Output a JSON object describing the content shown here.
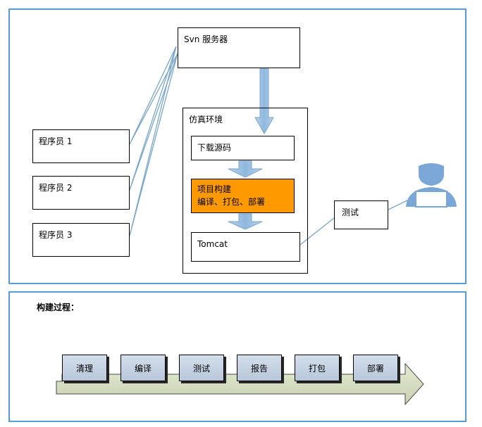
{
  "top": {
    "svn_server": "Svn 服务器",
    "programmers": [
      "程序员 1",
      "程序员 2",
      "程序员 3"
    ],
    "sim_env": {
      "title": "仿真环境",
      "download": "下载源码",
      "build_line1": "项目构建",
      "build_line2": "编译、打包、部署",
      "tomcat": "Tomcat"
    },
    "tester": "测试",
    "colors": {
      "frame": "#5b9bd5",
      "build": "#ff9900",
      "arrow": "#9dc3e6",
      "connector": "#7aa6c8"
    }
  },
  "bottom": {
    "title": "构建过程：",
    "steps": [
      "清理",
      "编译",
      "测试",
      "报告",
      "打包",
      "部署"
    ]
  }
}
